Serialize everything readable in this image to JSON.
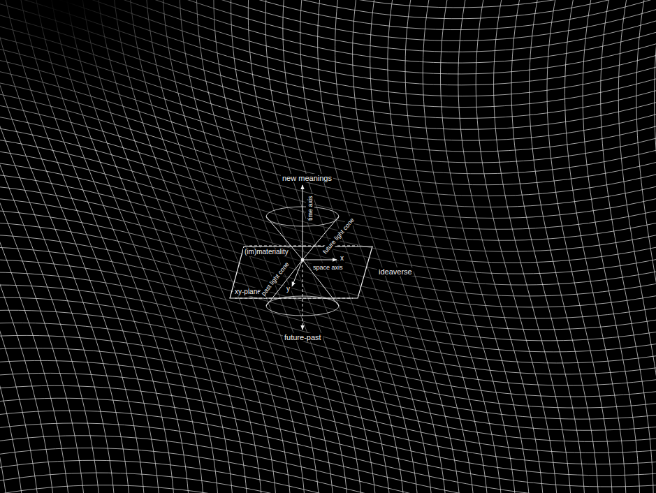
{
  "diagram": {
    "nodes": [
      {
        "text": [
          "(im)materiality",
          "xy-plane"
        ]
      }
    ],
    "labels": [
      "new meanings",
      "time axis",
      "future light cone",
      "x",
      "space axis",
      "y",
      "past light cone",
      "ideaverse",
      "future-past"
    ]
  }
}
